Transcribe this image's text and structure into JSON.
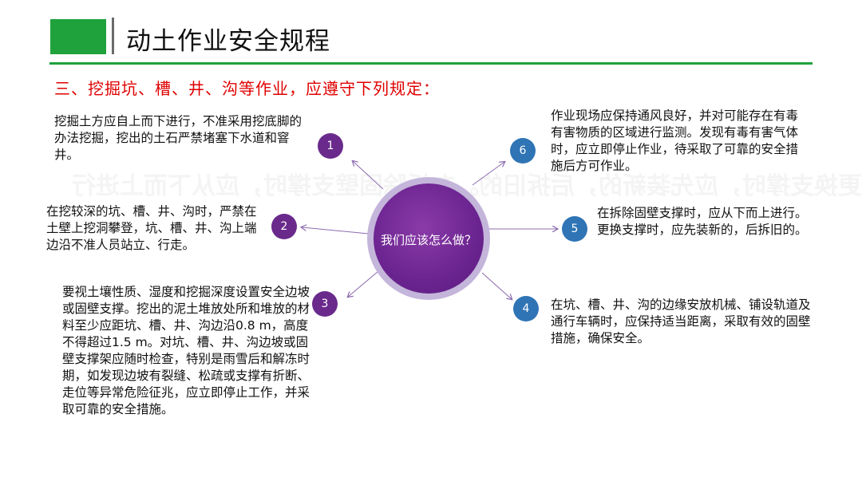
{
  "header": {
    "title": "动土作业安全规程"
  },
  "subtitle": "三、挖掘坑、槽、井、沟等作业，应遵守下列规定：",
  "ghost_text": "更换支撑时，应先装新的，后拆旧的。在拆除固壁支撑时，应从下而上进行",
  "hub": {
    "label": "我们应该怎么做？"
  },
  "items": [
    {
      "number": "1",
      "text": "挖掘土方应自上而下进行，不准采用挖底脚的办法挖掘，挖出的土石严禁堵塞下水道和窨井。"
    },
    {
      "number": "2",
      "text": "在挖较深的坑、槽、井、沟时，严禁在土壁上挖洞攀登，坑、槽、井、沟上端边沿不准人员站立、行走。"
    },
    {
      "number": "3",
      "text": "要视土壤性质、湿度和挖掘深度设置安全边坡或固壁支撑。挖出的泥土堆放处所和堆放的材料至少应距坑、槽、井、沟边沿0.8 m，高度不得超过1.5 m。对坑、槽、井、沟边坡或固壁支撑架应随时检查，特别是雨雪后和解冻时期，如发现边坡有裂缝、松疏或支撑有折断、走位等异常危险征兆，应立即停止工作，并采取可靠的安全措施。"
    },
    {
      "number": "4",
      "text": "在坑、槽、井、沟的边缘安放机械、铺设轨道及通行车辆时，应保持适当距离，采取有效的固壁措施，确保安全。"
    },
    {
      "number": "5",
      "text": "在拆除固壁支撑时，应从下而上进行。更换支撑时，应先装新的，后拆旧的。"
    },
    {
      "number": "6",
      "text": "作业现场应保持通风良好，并对可能存在有毒有害物质的区域进行监测。发现有毒有害气体时，应立即停止作业，待采取了可靠的安全措施后方可作业。"
    }
  ],
  "colors": {
    "accent_green": "#1fa13c",
    "subtitle_red": "#e00000",
    "node_purple": "#6a2a8c",
    "node_blue": "#2f74b5",
    "hub_purple": "#6b2490"
  }
}
